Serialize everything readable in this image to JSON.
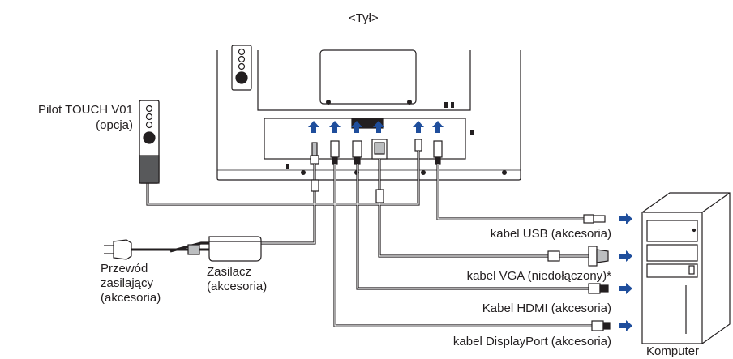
{
  "view_title": "<Tył>",
  "labels": {
    "remote": "Pilot TOUCH V01",
    "remote_option": "(opcja)",
    "usb": "kabel USB (akcesoria)",
    "vga": "kabel VGA (niedołączony)*",
    "hdmi": "Kabel HDMI (akcesoria)",
    "displayport": "kabel DisplayPort (akcesoria)",
    "power_cord_1": "Przewód",
    "power_cord_2": "zasilający",
    "power_cord_3": "(akcesoria)",
    "adapter_1": "Zasilacz",
    "adapter_2": "(akcesoria)",
    "computer": "Komputer"
  },
  "colors": {
    "line": "#231f20",
    "arrow": "#1f4e9c",
    "fill_gray": "#bcbec0",
    "fill_dark": "#58595b"
  },
  "icons": [
    "arrow-up-icon",
    "arrow-right-icon",
    "plug-icon",
    "connector-icon"
  ]
}
